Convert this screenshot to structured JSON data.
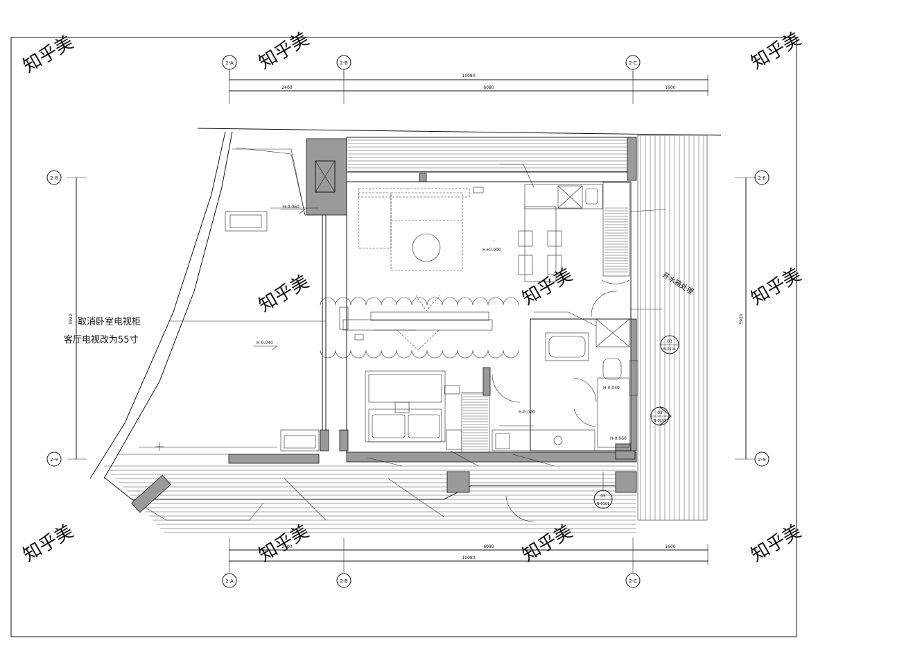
{
  "grid": {
    "top": [
      "2-A",
      "2-B",
      "2-C"
    ],
    "bottom": [
      "2-A",
      "2-B",
      "2-C"
    ],
    "left": [
      "2-8",
      "2-9"
    ],
    "right": [
      "2-8",
      "2-9"
    ]
  },
  "dimensions": {
    "total": "10080",
    "seg_a": "2400",
    "seg_b": "6080",
    "seg_c": "1600",
    "height": "5920"
  },
  "notes": {
    "line1": "取消卧室电视柜",
    "line2": "客厅电视改为55寸",
    "side": "开水箱处理"
  },
  "levels": {
    "garden_top": "H-0.060",
    "garden_mid": "H-0.040",
    "living": "H+0.000",
    "bath": "H-0.020",
    "wc": "H-0.040",
    "bottom_right": "H-0.060"
  },
  "tags": {
    "t1": {
      "top": "03",
      "bottom": "N-0101"
    },
    "t2": {
      "top": "03",
      "bottom": "N-0101"
    },
    "t3": {
      "top": "05",
      "bottom": "N-0101"
    }
  },
  "watermark": "知乎美"
}
